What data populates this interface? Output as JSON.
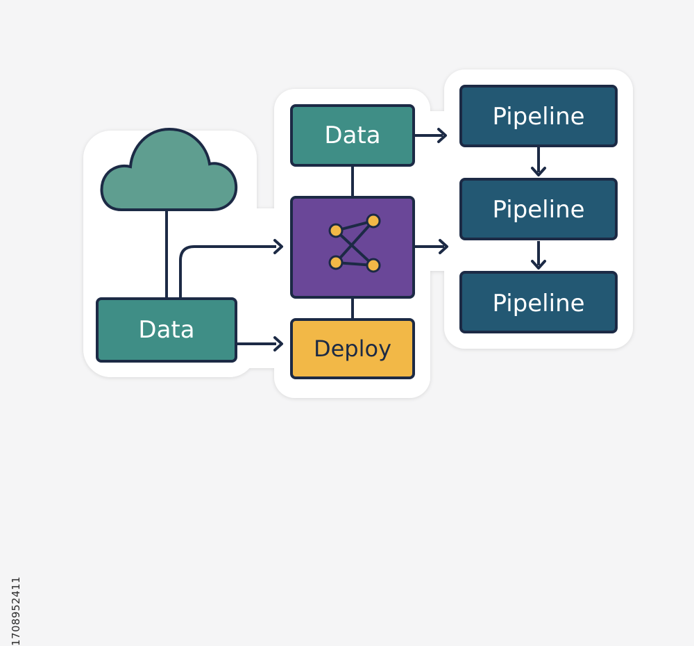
{
  "diagram": {
    "nodes": {
      "left_data": {
        "label": "Data",
        "fill": "#3f8e86"
      },
      "top_data": {
        "label": "Data",
        "fill": "#3f8e86"
      },
      "deploy": {
        "label": "Deploy",
        "fill": "#f2b847"
      },
      "pipeline_1": {
        "label": "Pipeline",
        "fill": "#235873"
      },
      "pipeline_2": {
        "label": "Pipeline",
        "fill": "#235873"
      },
      "pipeline_3": {
        "label": "Pipeline",
        "fill": "#235873"
      },
      "hub": {
        "fill": "#6a4798",
        "icon": "network-icon"
      },
      "cloud": {
        "fill": "#5f9e90",
        "icon": "cloud-icon"
      }
    },
    "colors": {
      "outline": "#1c2a45",
      "node_dot": "#f2b847",
      "label_light": "#ffffff",
      "label_dark": "#1c2a45",
      "sticker_border": "#ffffff"
    }
  },
  "stock_id": "1708952411"
}
